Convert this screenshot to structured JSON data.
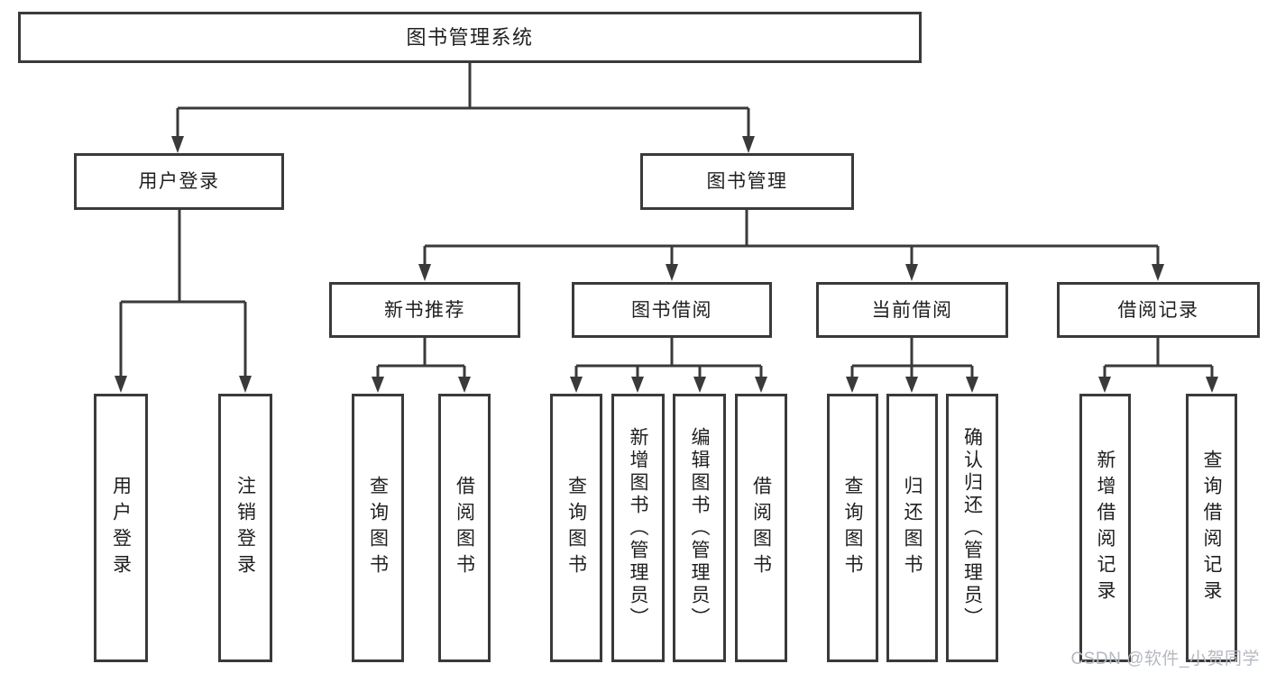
{
  "tree": {
    "label": "图书管理系统",
    "children": [
      {
        "label": "用户登录",
        "children": [
          {
            "label": "用户登录"
          },
          {
            "label": "注销登录"
          }
        ]
      },
      {
        "label": "图书管理",
        "children": [
          {
            "label": "新书推荐",
            "children": [
              {
                "label": "查询图书"
              },
              {
                "label": "借阅图书"
              }
            ]
          },
          {
            "label": "图书借阅",
            "children": [
              {
                "label": "查询图书"
              },
              {
                "label": "新增图书（管理员）"
              },
              {
                "label": "编辑图书（管理员）"
              },
              {
                "label": "借阅图书"
              }
            ]
          },
          {
            "label": "当前借阅",
            "children": [
              {
                "label": "查询图书"
              },
              {
                "label": "归还图书"
              },
              {
                "label": "确认归还（管理员）"
              }
            ]
          },
          {
            "label": "借阅记录",
            "children": [
              {
                "label": "新增借阅记录"
              },
              {
                "label": "查询借阅记录"
              }
            ]
          }
        ]
      }
    ]
  },
  "watermark": {
    "text": "CSDN @软件_小贺同学"
  },
  "colors": {
    "line": "#3a3a3a",
    "text": "#1f1f1f",
    "background": "#ffffff",
    "watermark": "#b5b9c0"
  }
}
